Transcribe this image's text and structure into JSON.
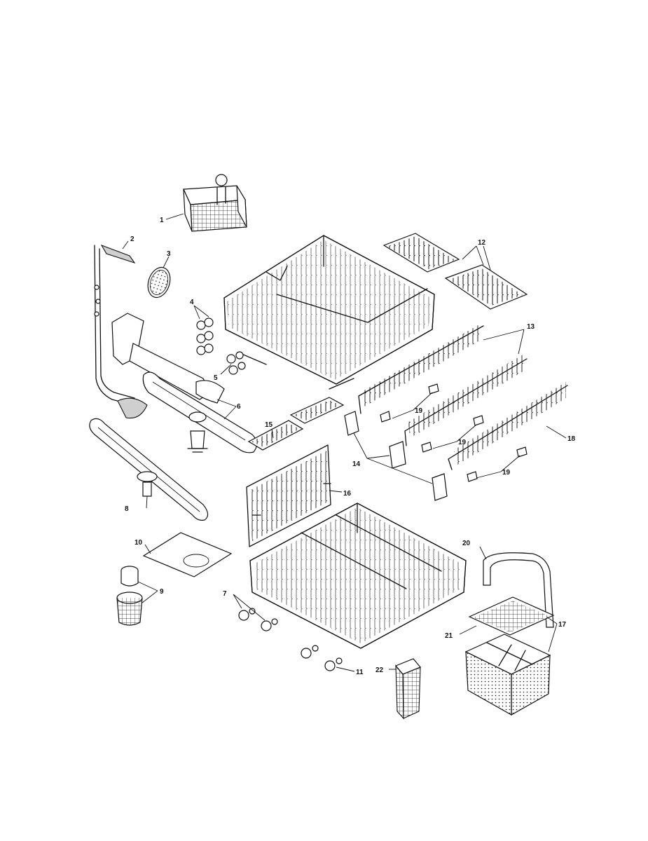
{
  "callouts": {
    "c1": "1",
    "c2": "2",
    "c3": "3",
    "c4": "4",
    "c5": "5",
    "c6": "6",
    "c7": "7",
    "c8": "8",
    "c9": "9",
    "c10": "10",
    "c11": "11",
    "c12": "12",
    "c13": "13",
    "c14": "14",
    "c15": "15",
    "c16": "16",
    "c17": "17",
    "c18": "18",
    "c19a": "19",
    "c19b": "19",
    "c19c": "19",
    "c20": "20",
    "c21": "21",
    "c22": "22"
  }
}
